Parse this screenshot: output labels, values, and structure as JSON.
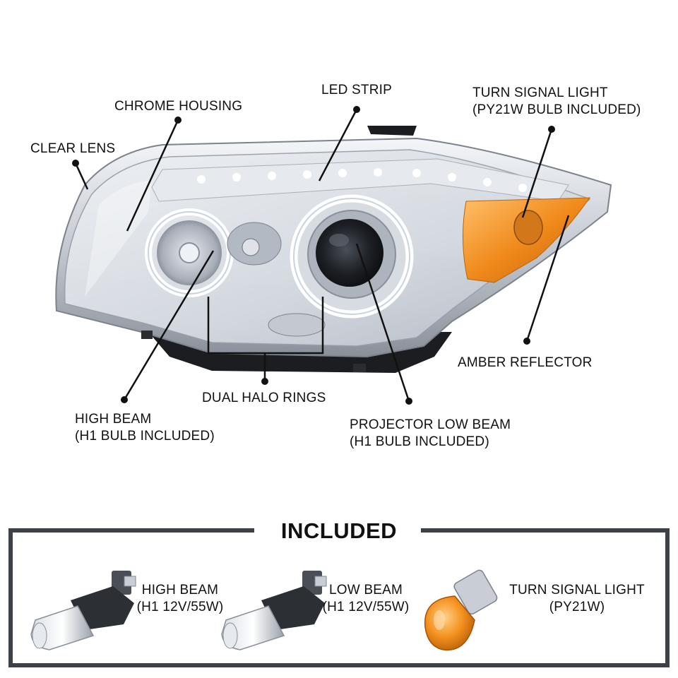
{
  "callouts": {
    "chrome_housing": "CHROME HOUSING",
    "led_strip": "LED STRIP",
    "turn_signal_line1": "TURN SIGNAL LIGHT",
    "turn_signal_line2": "(PY21W BULB INCLUDED)",
    "clear_lens": "CLEAR LENS",
    "amber_reflector": "AMBER REFLECTOR",
    "dual_halo_rings": "DUAL HALO RINGS",
    "high_beam_line1": "HIGH BEAM",
    "high_beam_line2": "(H1 BULB INCLUDED)",
    "projector_line1": "PROJECTOR LOW BEAM",
    "projector_line2": "(H1 BULB INCLUDED)"
  },
  "included": {
    "title": "INCLUDED",
    "items": [
      {
        "line1": "HIGH BEAM",
        "line2": "(H1 12V/55W)"
      },
      {
        "line1": "LOW BEAM",
        "line2": "(H1 12V/55W)"
      },
      {
        "line1": "TURN SIGNAL LIGHT",
        "line2": "(PY21W)"
      }
    ]
  },
  "colors": {
    "frame": "#3c4148",
    "amber": "#f08a1c",
    "chrome": "#c9ced6"
  }
}
